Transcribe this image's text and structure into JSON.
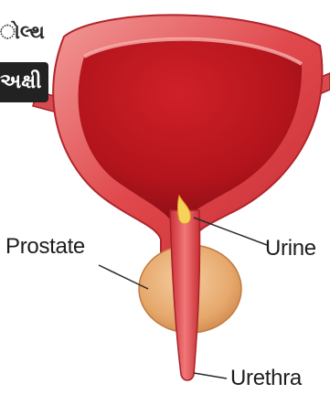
{
  "header_tags": {
    "line1": "ોલ્થ",
    "line2": "અક્ષી"
  },
  "labels": {
    "prostate": "Prostate",
    "urine": "Urine",
    "urethra": "Urethra"
  },
  "colors": {
    "bladder_wall_outer": "#d63a3e",
    "bladder_wall_light": "#f08a8a",
    "bladder_inner": "#b81820",
    "prostate_fill": "#eab27a",
    "urethra": "#e0474b",
    "urine_drop": "#f7d25a",
    "label_tag_bg": "#222222"
  }
}
